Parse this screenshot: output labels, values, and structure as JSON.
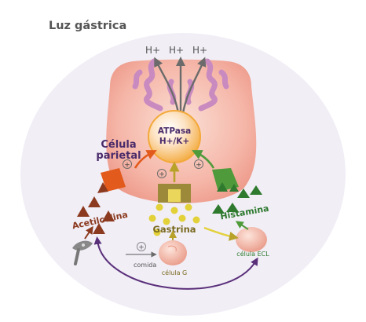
{
  "title": "Luz gástrica",
  "protons": [
    "H+",
    "H+",
    "H+"
  ],
  "cell_label": [
    "Célula",
    "parietal"
  ],
  "pump_label": [
    "ATPasa",
    "H+/K+"
  ],
  "plus_sign": "+",
  "receptors": {
    "acetylcholine": "Acetilcolina",
    "gastrin": "Gastrina",
    "histamine": "Histamina"
  },
  "cells": {
    "g_cell": "célula G",
    "ecl_cell": "célula ECL"
  },
  "stimulus": "comida",
  "colors": {
    "lumen_circle": "#f1eef6",
    "parietal_cell": "#f5b6a8",
    "canaliculi": "#c98ac0",
    "pump": "#f3a93a",
    "ach_receptor": "#e25a1c",
    "ach_ligand": "#8b3a1f",
    "gastrin_receptor": "#9c8a3a",
    "gastrin_ligand": "#e3d13a",
    "histamine_receptor": "#4f9a3a",
    "histamine_ligand": "#2f7a2f",
    "signal_arrow": "#5a2f7a",
    "title_text": "#555555"
  }
}
